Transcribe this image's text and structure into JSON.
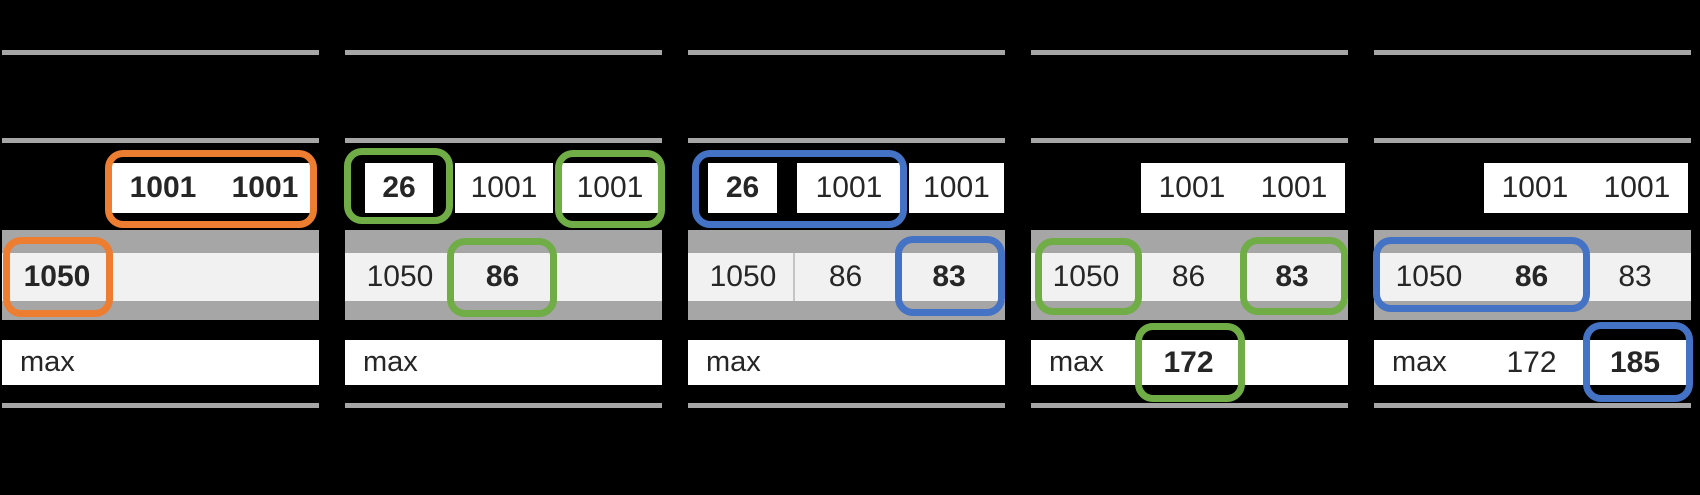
{
  "colors": {
    "background": "#000000",
    "highlight_orange": "#ED7D31",
    "highlight_green": "#70AD47",
    "highlight_blue": "#4472C4",
    "band_gray": "#A6A6A6",
    "band_light": "#F1F1F1",
    "rule_gray": "#A6A6A6",
    "cell_white": "#FFFFFF",
    "text": "#262626"
  },
  "columns": [
    {
      "id": "step-1",
      "top_row": {
        "pair": [
          "1001",
          "1001"
        ]
      },
      "band": {
        "cell_1": "1050"
      },
      "max_row": {
        "label": "max"
      },
      "highlights": [
        {
          "target": "top-pair",
          "color": "orange"
        },
        {
          "target": "band-cell-1",
          "color": "orange"
        }
      ]
    },
    {
      "id": "step-2",
      "top_row": {
        "cell_1": "26",
        "cell_2": "1001",
        "cell_3": "1001"
      },
      "band": {
        "cell_1": "1050",
        "cell_2": "86"
      },
      "max_row": {
        "label": "max"
      },
      "highlights": [
        {
          "target": "top-cell-1",
          "color": "green"
        },
        {
          "target": "top-cell-3",
          "color": "green"
        },
        {
          "target": "band-cell-2",
          "color": "green"
        }
      ]
    },
    {
      "id": "step-3",
      "top_row": {
        "cell_1": "26",
        "cell_2": "1001",
        "cell_3": "1001"
      },
      "band": {
        "cell_1": "1050",
        "cell_2": "86",
        "cell_3": "83"
      },
      "max_row": {
        "label": "max"
      },
      "highlights": [
        {
          "target": "top-cells-1-2",
          "color": "blue"
        },
        {
          "target": "band-cell-3",
          "color": "blue"
        }
      ]
    },
    {
      "id": "step-4",
      "top_row": {
        "pair": [
          "1001",
          "1001"
        ]
      },
      "band": {
        "cell_1": "1050",
        "cell_2": "86",
        "cell_3": "83"
      },
      "max_row": {
        "label": "max",
        "cell_2": "172"
      },
      "highlights": [
        {
          "target": "band-cell-1",
          "color": "green"
        },
        {
          "target": "band-cell-3",
          "color": "green"
        },
        {
          "target": "max-cell-2",
          "color": "green"
        }
      ]
    },
    {
      "id": "step-5",
      "top_row": {
        "pair": [
          "1001",
          "1001"
        ]
      },
      "band": {
        "cell_1": "1050",
        "cell_2": "86",
        "cell_3": "83"
      },
      "max_row": {
        "label": "max",
        "cell_2": "172",
        "cell_3": "185"
      },
      "highlights": [
        {
          "target": "band-cells-1-2",
          "color": "blue"
        },
        {
          "target": "max-cell-3",
          "color": "blue"
        }
      ]
    }
  ]
}
